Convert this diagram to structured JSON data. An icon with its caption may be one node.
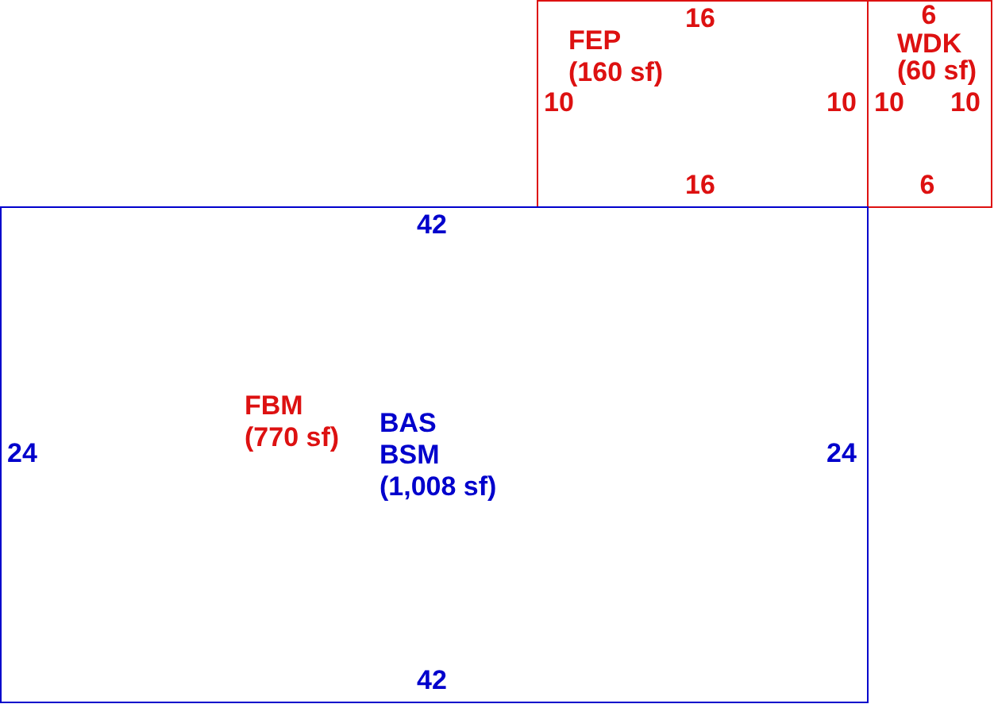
{
  "diagram": {
    "nodes": [
      {
        "text": [
          "FEP",
          "(160 sf)"
        ]
      },
      {
        "text": [
          "WDK",
          "(60 sf)"
        ]
      },
      {
        "text": [
          "FBM",
          "(770 sf)",
          "BAS",
          "BSM",
          "(1,008 sf)"
        ]
      }
    ],
    "labels": [
      "16",
      "6",
      "10",
      "10",
      "10",
      "10",
      "16",
      "6",
      "42",
      "24",
      "24",
      "42"
    ]
  }
}
